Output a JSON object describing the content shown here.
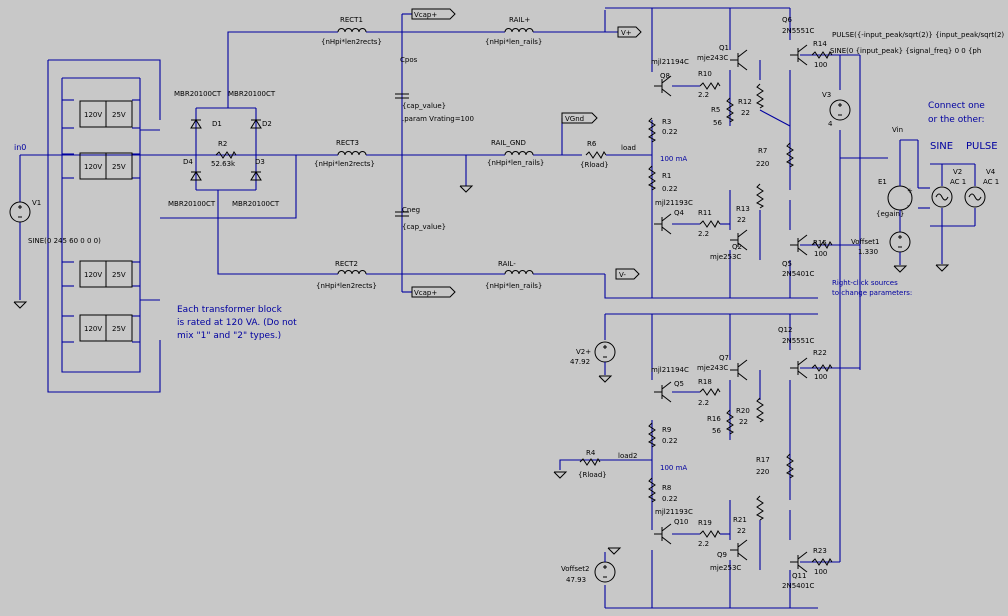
{
  "colors": {
    "background": "#c8c8c8",
    "wire": "#0000a0",
    "component": "#000000",
    "note_text": "#0000a0"
  },
  "nodes": {
    "vcap_plus_top": "Vcap+",
    "vplus": "V+",
    "vgnd": "VGnd",
    "vminus": "V-",
    "vcap_plus_bot": "Vcap+",
    "in0": "in0",
    "load": "load",
    "load2": "load2",
    "vin": "Vin"
  },
  "transformers": [
    {
      "primary": "120V",
      "secondary": "25V"
    },
    {
      "primary": "120V",
      "secondary": "25V"
    },
    {
      "primary": "120V",
      "secondary": "25V"
    },
    {
      "primary": "120V",
      "secondary": "25V"
    }
  ],
  "diodes": {
    "d1": {
      "ref": "D1",
      "part": "MBR20100CT"
    },
    "d2": {
      "ref": "D2",
      "part": "MBR20100CT"
    },
    "d3": {
      "ref": "D3",
      "part": "MBR20100CT"
    },
    "d4": {
      "ref": "D4",
      "part": "MBR20100CT"
    }
  },
  "inductors": {
    "rect1": {
      "ref": "RECT1",
      "value": "{nHpi*len2rects}"
    },
    "rect2": {
      "ref": "RECT2",
      "value": "{nHpi*len2rects}"
    },
    "rect3": {
      "ref": "RECT3",
      "value": "{nHpi*len2rects}"
    },
    "rail_plus": {
      "ref": "RAIL+",
      "value": "{nHpi*len_rails}"
    },
    "rail_gnd": {
      "ref": "RAIL_GND",
      "value": "{nHpi*len_rails}"
    },
    "rail_minus": {
      "ref": "RAIL-",
      "value": "{nHpi*len_rails}"
    }
  },
  "capacitors": {
    "cpos": {
      "ref": "Cpos",
      "value": "{cap_value}"
    },
    "cneg": {
      "ref": "Cneg",
      "value": "{cap_value}"
    }
  },
  "param_directive": ".param Vrating=100",
  "resistors": {
    "r2": {
      "ref": "R2",
      "value": "52.63k"
    },
    "r6": {
      "ref": "R6",
      "value": "{Rload}"
    },
    "r4": {
      "ref": "R4",
      "value": "{Rload}"
    },
    "r3": {
      "ref": "R3",
      "value": "0.22"
    },
    "r1": {
      "ref": "R1",
      "value": "0.22"
    },
    "r10": {
      "ref": "R10",
      "value": "2.2"
    },
    "r11": {
      "ref": "R11",
      "value": "2.2"
    },
    "r5": {
      "ref": "R5",
      "value": "56"
    },
    "r12": {
      "ref": "R12",
      "value": "22"
    },
    "r13": {
      "ref": "R13",
      "value": "22"
    },
    "r7": {
      "ref": "R7",
      "value": "220"
    },
    "r14": {
      "ref": "R14",
      "value": "100"
    },
    "r15": {
      "ref": "R15",
      "value": "100"
    },
    "r9": {
      "ref": "R9",
      "value": "0.22"
    },
    "r8": {
      "ref": "R8",
      "value": "0.22"
    },
    "r18": {
      "ref": "R18",
      "value": "2.2"
    },
    "r19": {
      "ref": "R19",
      "value": "2.2"
    },
    "r16": {
      "ref": "R16",
      "value": "56"
    },
    "r20": {
      "ref": "R20",
      "value": "22"
    },
    "r21": {
      "ref": "R21",
      "value": "22"
    },
    "r17": {
      "ref": "R17",
      "value": "220"
    },
    "r22": {
      "ref": "R22",
      "value": "100"
    },
    "r23": {
      "ref": "R23",
      "value": "100"
    }
  },
  "transistors": {
    "q8": {
      "ref": "Q8",
      "part": "mjl21194C"
    },
    "q1": {
      "ref": "Q1",
      "part": "mje243C"
    },
    "q6": {
      "ref": "Q6",
      "part": "2N5551C"
    },
    "q4": {
      "ref": "Q4",
      "part": "mjl21193C"
    },
    "q2": {
      "ref": "Q2",
      "part": "mje253C"
    },
    "q5": {
      "ref": "Q5",
      "part": "2N5401C"
    },
    "q5b": {
      "ref": "Q5",
      "part": "mjl21194C"
    },
    "q7": {
      "ref": "Q7",
      "part": "mje243C"
    },
    "q12": {
      "ref": "Q12",
      "part": "2N5551C"
    },
    "q10": {
      "ref": "Q10",
      "part": "mjl21193C"
    },
    "q9": {
      "ref": "Q9",
      "part": "mje253C"
    },
    "q11": {
      "ref": "Q11",
      "part": "2N5401C"
    }
  },
  "sources": {
    "v1": {
      "ref": "V1",
      "value": "SINE(0 245 60 0 0 0)"
    },
    "v3": {
      "ref": "V3",
      "value": "4"
    },
    "voffset1": {
      "ref": "Voffset1",
      "value": "1.330"
    },
    "v2plus": {
      "ref": "V2+",
      "value": "47.92"
    },
    "voffset2": {
      "ref": "Voffset2",
      "value": "47.93"
    },
    "e1": {
      "ref": "E1",
      "value": "{egain}"
    },
    "v2": {
      "ref": "V2",
      "value": "AC 1"
    },
    "v4": {
      "ref": "V4",
      "value": "AC 1"
    }
  },
  "current_labels": {
    "top": "100 mA",
    "bottom": "100 mA"
  },
  "pulse_directive": "PULSE({-input_peak/sqrt(2)} {input_peak/sqrt(2)",
  "sine_directive": "SINE(0 {input_peak} {signal_freq} 0 0 {ph",
  "notes": {
    "transformer_note": [
      "Each transformer block",
      "is rated at 120 VA. (Do not",
      "mix \"1\" and \"2\" types.)"
    ],
    "connect_note": [
      "Connect one",
      "or the other:"
    ],
    "sine_label": "SINE",
    "pulse_label": "PULSE",
    "rightclick_note": [
      "Right-click sources",
      "to change parameters:"
    ]
  }
}
